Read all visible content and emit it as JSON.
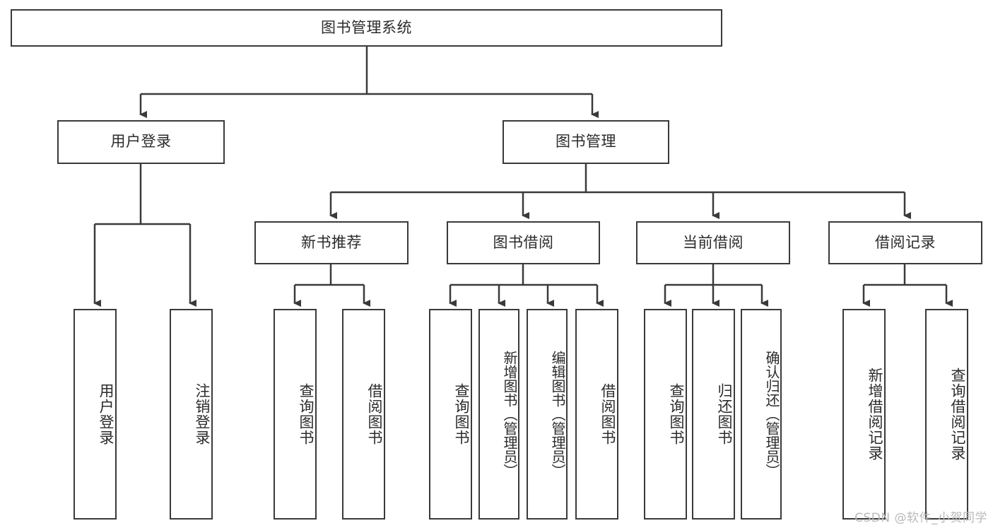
{
  "diagram": {
    "title": "图书管理系统",
    "type": "hierarchy-tree",
    "orientation": "top-down",
    "colors": {
      "background": "#ffffff",
      "box_border": "#3a3a3a",
      "box_fill": "#ffffff",
      "text": "#2b2b2b",
      "connector": "#3a3a3a",
      "watermark": "#b9b9b9"
    },
    "root": {
      "label": "图书管理系统"
    },
    "level2": [
      {
        "label": "用户登录"
      },
      {
        "label": "图书管理"
      }
    ],
    "level3": [
      {
        "label": "新书推荐"
      },
      {
        "label": "图书借阅"
      },
      {
        "label": "当前借阅"
      },
      {
        "label": "借阅记录"
      }
    ],
    "leaves": {
      "user_login": [
        {
          "label": "用户登录"
        },
        {
          "label": "注销登录"
        }
      ],
      "new_book": [
        {
          "label": "查询图书"
        },
        {
          "label": "借阅图书"
        }
      ],
      "book_borrow": [
        {
          "label": "查询图书"
        },
        {
          "label": "新增图书（管理员）"
        },
        {
          "label": "编辑图书（管理员）"
        },
        {
          "label": "借阅图书"
        }
      ],
      "current_borrow": [
        {
          "label": "查询图书"
        },
        {
          "label": "归还图书"
        },
        {
          "label": "确认归还（管理员）"
        }
      ],
      "borrow_record": [
        {
          "label": "新增借阅记录"
        },
        {
          "label": "查询借阅记录"
        }
      ]
    },
    "watermark": "CSDN @软件_小贺同学"
  }
}
